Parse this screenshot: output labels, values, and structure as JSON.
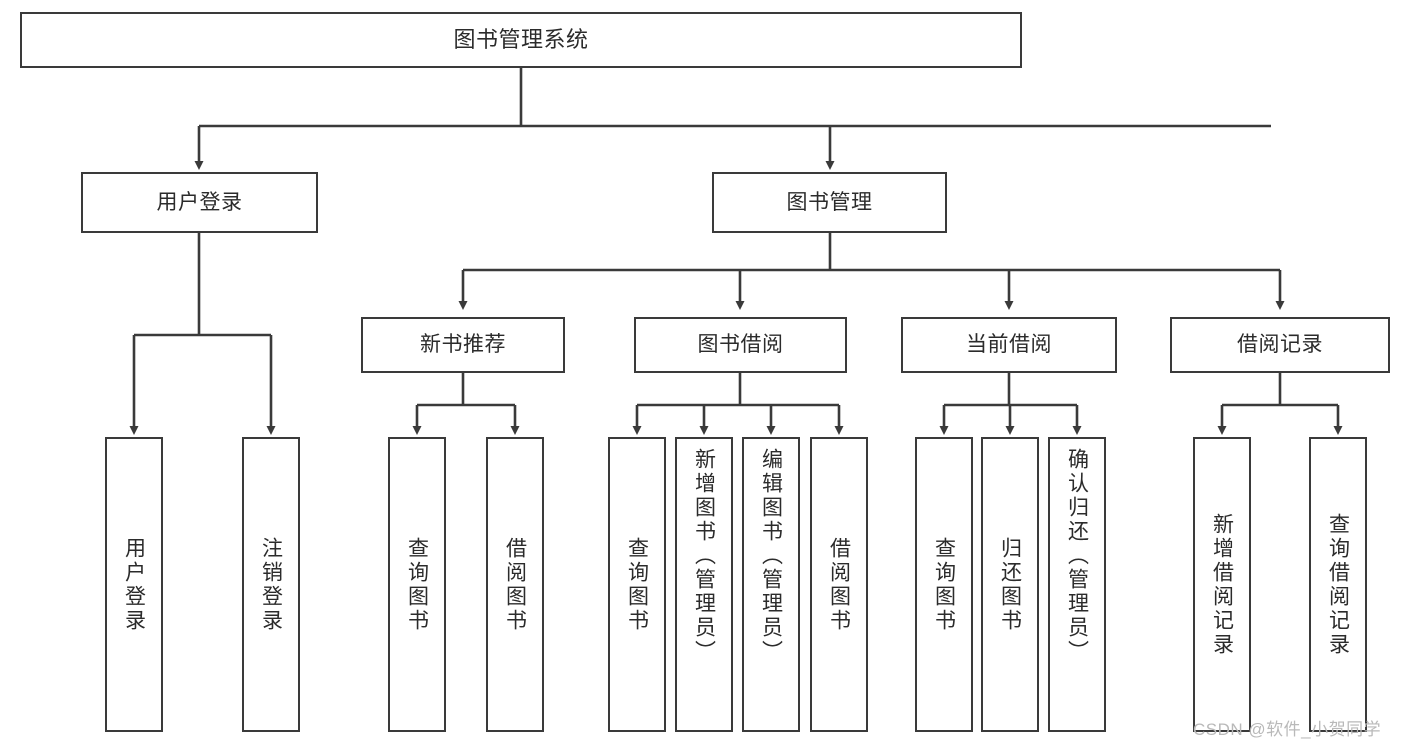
{
  "diagram": {
    "type": "tree-hierarchy",
    "title": "图书管理系统",
    "watermark": "CSDN @软件_小贺同学",
    "stroke_color": "#3a3a3a",
    "text_color": "#2b2b2b",
    "background_color": "#ffffff",
    "watermark_color": "#b9b9b9"
  },
  "nodes": {
    "root": {
      "label": "图书管理系统"
    },
    "level2": [
      {
        "label": "用户登录"
      },
      {
        "label": "图书管理"
      }
    ],
    "level3": [
      {
        "label": "新书推荐"
      },
      {
        "label": "图书借阅"
      },
      {
        "label": "当前借阅"
      },
      {
        "label": "借阅记录"
      }
    ],
    "leaves": {
      "user_login": [
        {
          "label": "用户登录"
        },
        {
          "label": "注销登录"
        }
      ],
      "new_book_recommend": [
        {
          "label": "查询图书"
        },
        {
          "label": "借阅图书"
        }
      ],
      "book_borrow": [
        {
          "label": "查询图书"
        },
        {
          "label": "新增图书（管理员）"
        },
        {
          "label": "编辑图书（管理员）"
        },
        {
          "label": "借阅图书"
        }
      ],
      "current_borrow": [
        {
          "label": "查询图书"
        },
        {
          "label": "归还图书"
        },
        {
          "label": "确认归还（管理员）"
        }
      ],
      "borrow_records": [
        {
          "label": "新增借阅记录"
        },
        {
          "label": "查询借阅记录"
        }
      ]
    }
  }
}
